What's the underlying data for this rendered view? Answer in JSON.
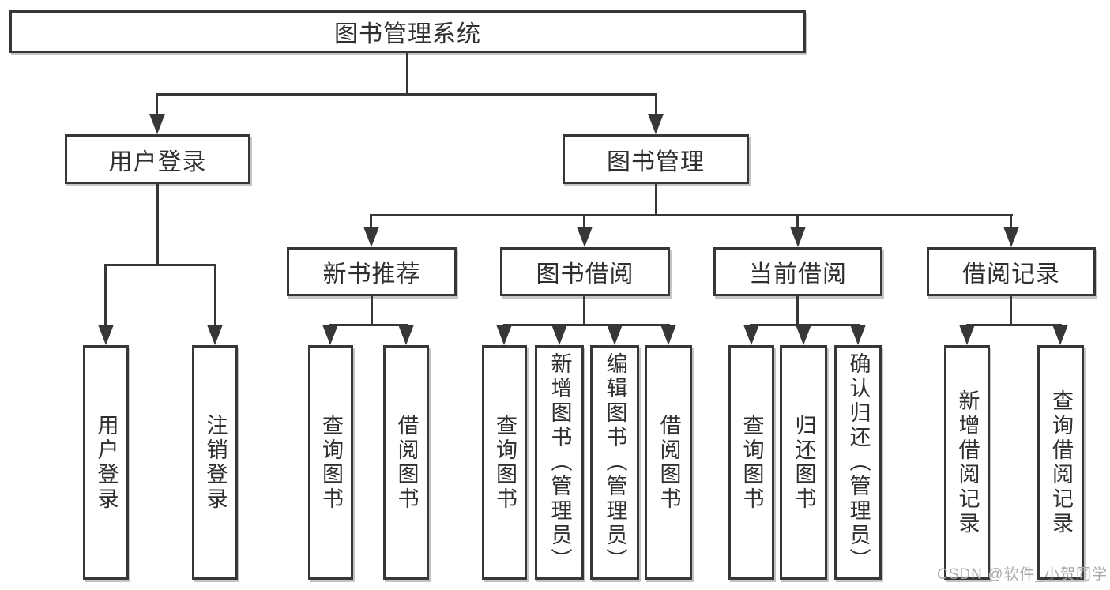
{
  "tree": {
    "root": {
      "label": "图书管理系统",
      "children": [
        {
          "label": "用户登录",
          "children": [
            {
              "label": "用户登录"
            },
            {
              "label": "注销登录"
            }
          ]
        },
        {
          "label": "图书管理",
          "children": [
            {
              "label": "新书推荐",
              "children": [
                {
                  "label": "查询图书"
                },
                {
                  "label": "借阅图书"
                }
              ]
            },
            {
              "label": "图书借阅",
              "children": [
                {
                  "label": "查询图书"
                },
                {
                  "label": "新增图书（管理员）"
                },
                {
                  "label": "编辑图书（管理员）"
                },
                {
                  "label": "借阅图书"
                }
              ]
            },
            {
              "label": "当前借阅",
              "children": [
                {
                  "label": "查询图书"
                },
                {
                  "label": "归还图书"
                },
                {
                  "label": "确认归还（管理员）"
                }
              ]
            },
            {
              "label": "借阅记录",
              "children": [
                {
                  "label": "新增借阅记录"
                },
                {
                  "label": "查询借阅记录"
                }
              ]
            }
          ]
        }
      ]
    }
  },
  "watermark": {
    "text": "CSDN @软件_小贺同学"
  },
  "colors": {
    "line": "#373737",
    "box_border": "#373737",
    "text": "#2f2f2f",
    "watermark": "#a9a9a9",
    "background": "#ffffff"
  }
}
